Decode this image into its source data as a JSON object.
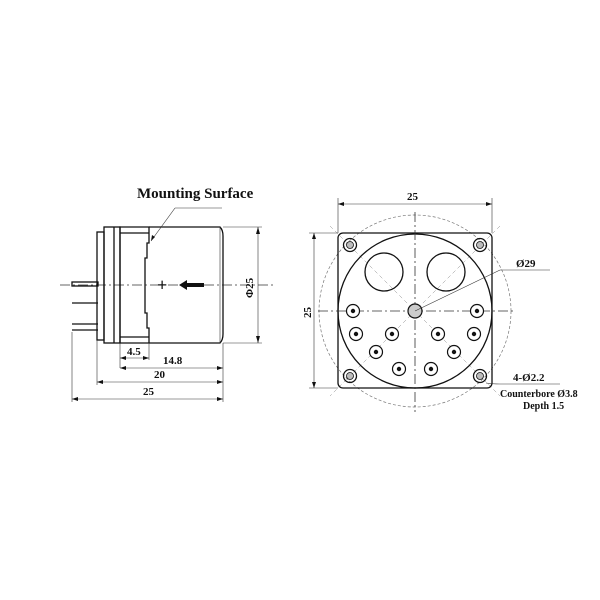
{
  "drawing": {
    "side_view": {
      "label_mounting_surface": "Mounting Surface",
      "diameter_label": "Φ25",
      "polarity_plus": "+",
      "direction_arrow": "arrow-left-icon",
      "dims": {
        "flange_width": "4.5",
        "body_length": "14.8",
        "overall_body": "20",
        "overall_length": "25"
      }
    },
    "front_view": {
      "width_label": "25",
      "height_label": "25",
      "bolt_circle_label": "Ø29",
      "holes_label": "4-Ø2.2",
      "counterbore_label": "Counterbore Ø3.8",
      "depth_label": "Depth 1.5"
    }
  }
}
